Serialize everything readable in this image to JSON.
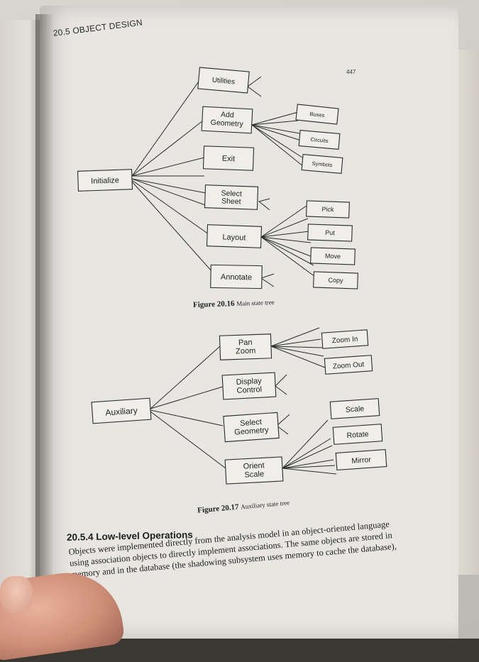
{
  "page": {
    "running_head": "20.5 OBJECT DESIGN",
    "page_number": "447"
  },
  "figure_1": {
    "label": "Figure 20.16",
    "caption": "Main state tree",
    "root": "Initialize",
    "children": [
      {
        "label": "Utilities"
      },
      {
        "label_lines": [
          "Add",
          "Geometry"
        ],
        "children": [
          "Buses",
          "Circuits",
          "Symbols"
        ]
      },
      {
        "label": "Exit"
      },
      {
        "label_lines": [
          "Select",
          "Sheet"
        ]
      },
      {
        "label": "Layout",
        "children": [
          "Pick",
          "Put",
          "Move",
          "Copy"
        ]
      },
      {
        "label": "Annotate"
      }
    ]
  },
  "figure_2": {
    "label": "Figure 20.17",
    "caption": "Auxiliary state tree",
    "root": "Auxiliary",
    "children": [
      {
        "label_lines": [
          "Pan",
          "Zoom"
        ],
        "children": [
          "Zoom In",
          "Zoom Out"
        ]
      },
      {
        "label_lines": [
          "Display",
          "Control"
        ]
      },
      {
        "label_lines": [
          "Select",
          "Geometry"
        ]
      },
      {
        "label_lines": [
          "Orient",
          "Scale"
        ],
        "children": [
          "Scale",
          "Rotate",
          "Mirror"
        ]
      }
    ]
  },
  "section": {
    "heading": "20.5.4 Low-level Operations",
    "lines": [
      "Objects were implemented directly from the analysis model in an object-oriented language",
      "using association objects to directly implement associations. The same objects are stored in",
      "memory and in the database (the shadowing subsystem uses memory to cache the database),"
    ]
  }
}
